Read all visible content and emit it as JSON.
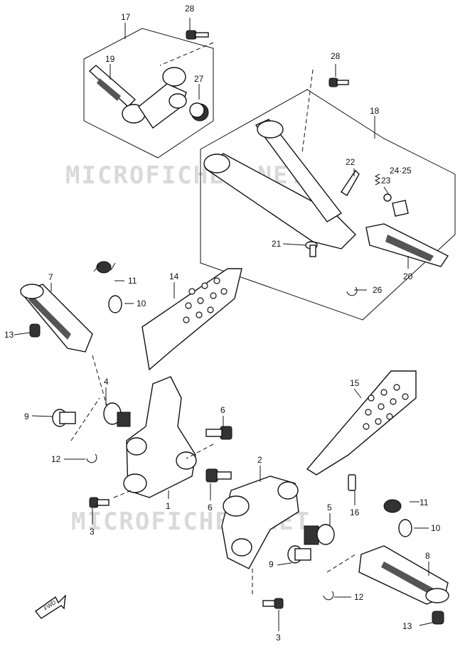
{
  "watermark": "MICROFICHES.NET",
  "fwd_label": "FWD",
  "callouts": {
    "c17": "17",
    "c28a": "28",
    "c19": "19",
    "c27": "27",
    "c28b": "28",
    "c18": "18",
    "c22": "22",
    "c23": "23",
    "c2425": "24·25",
    "c21": "21",
    "c20": "20",
    "c26": "26",
    "c7": "7",
    "c11a": "11",
    "c10a": "10",
    "c13a": "13",
    "c14": "14",
    "c4": "4",
    "c9a": "9",
    "c12a": "12",
    "c6a": "6",
    "c6b": "6",
    "c1": "1",
    "c3a": "3",
    "c15": "15",
    "c2": "2",
    "c16": "16",
    "c5": "5",
    "c11b": "11",
    "c10b": "10",
    "c8": "8",
    "c9b": "9",
    "c12b": "12",
    "c3b": "3",
    "c13b": "13"
  }
}
